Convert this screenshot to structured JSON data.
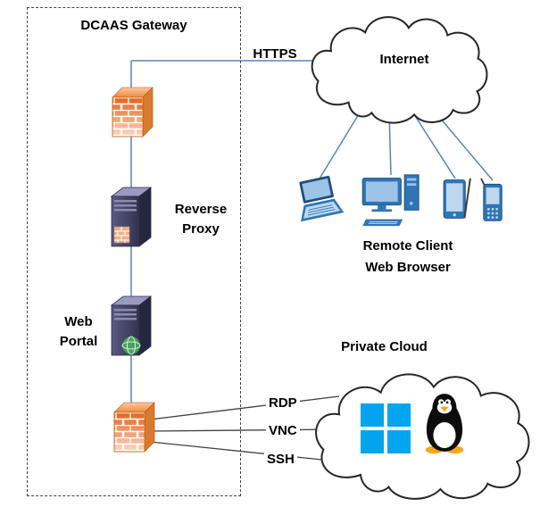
{
  "diagram": {
    "gateway_box": {
      "title": "DCAAS Gateway"
    },
    "connections": {
      "https_label": "HTTPS",
      "rdp_label": "RDP",
      "vnc_label": "VNC",
      "ssh_label": "SSH"
    },
    "internet_cloud": {
      "label": "Internet"
    },
    "private_cloud": {
      "label": "Private Cloud"
    },
    "remote_client": {
      "line1": "Remote Client",
      "line2": "Web Browser"
    },
    "reverse_proxy": {
      "line1": "Reverse",
      "line2": "Proxy"
    },
    "web_portal": {
      "line1": "Web",
      "line2": "Portal"
    },
    "icons": {
      "firewall_top": "firewall-icon",
      "firewall_bottom": "firewall-icon",
      "reverse_proxy_server": "server-icon",
      "web_portal_server": "server-globe-icon",
      "laptop": "laptop-icon",
      "desktop": "desktop-computer-icon",
      "tablet": "tablet-icon",
      "handheld": "handheld-device-icon",
      "windows": "windows-logo-icon",
      "linux": "linux-tux-icon"
    },
    "colors": {
      "connector_blue": "#5b84b1",
      "connector_dark": "#3f3f3f",
      "firewall_orange": "#ed7d31",
      "server_dark": "#3f3f63",
      "device_blue": "#2e75b6",
      "device_screen": "#9dc3e6",
      "windows_blue": "#00a4ef",
      "tux_black": "#0d0d0d",
      "tux_beak": "#f4a71d",
      "cloud_outline": "#262626"
    }
  }
}
